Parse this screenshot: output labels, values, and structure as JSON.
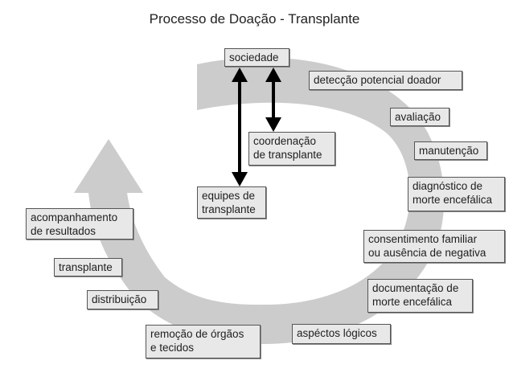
{
  "title": "Processo de Doação - Transplante",
  "colors": {
    "ring": "#cccccc",
    "box_fill": "#e8e8e8",
    "box_border": "#555555",
    "arrow": "#000000"
  },
  "cycle_steps": [
    "detecção potencial doador",
    "avaliação",
    "manutenção",
    "diagnóstico de\nmorte encefálica",
    "consentimento familiar\nou ausência de negativa",
    "documentação de\nmorte encefálica",
    "aspéctos lógicos",
    "remoção de órgãos\ne tecidos",
    "distribuição",
    "transplante",
    "acompanhamento\nde resultados"
  ],
  "actors": {
    "society": "sociedade",
    "coordination": "coordenação\nde transplante",
    "teams": "equipes de\ntransplante"
  },
  "connections": [
    {
      "from": "sociedade",
      "to": "equipes de transplante",
      "type": "bidirectional"
    },
    {
      "from": "sociedade",
      "to": "coordenação de transplante",
      "type": "bidirectional"
    }
  ]
}
